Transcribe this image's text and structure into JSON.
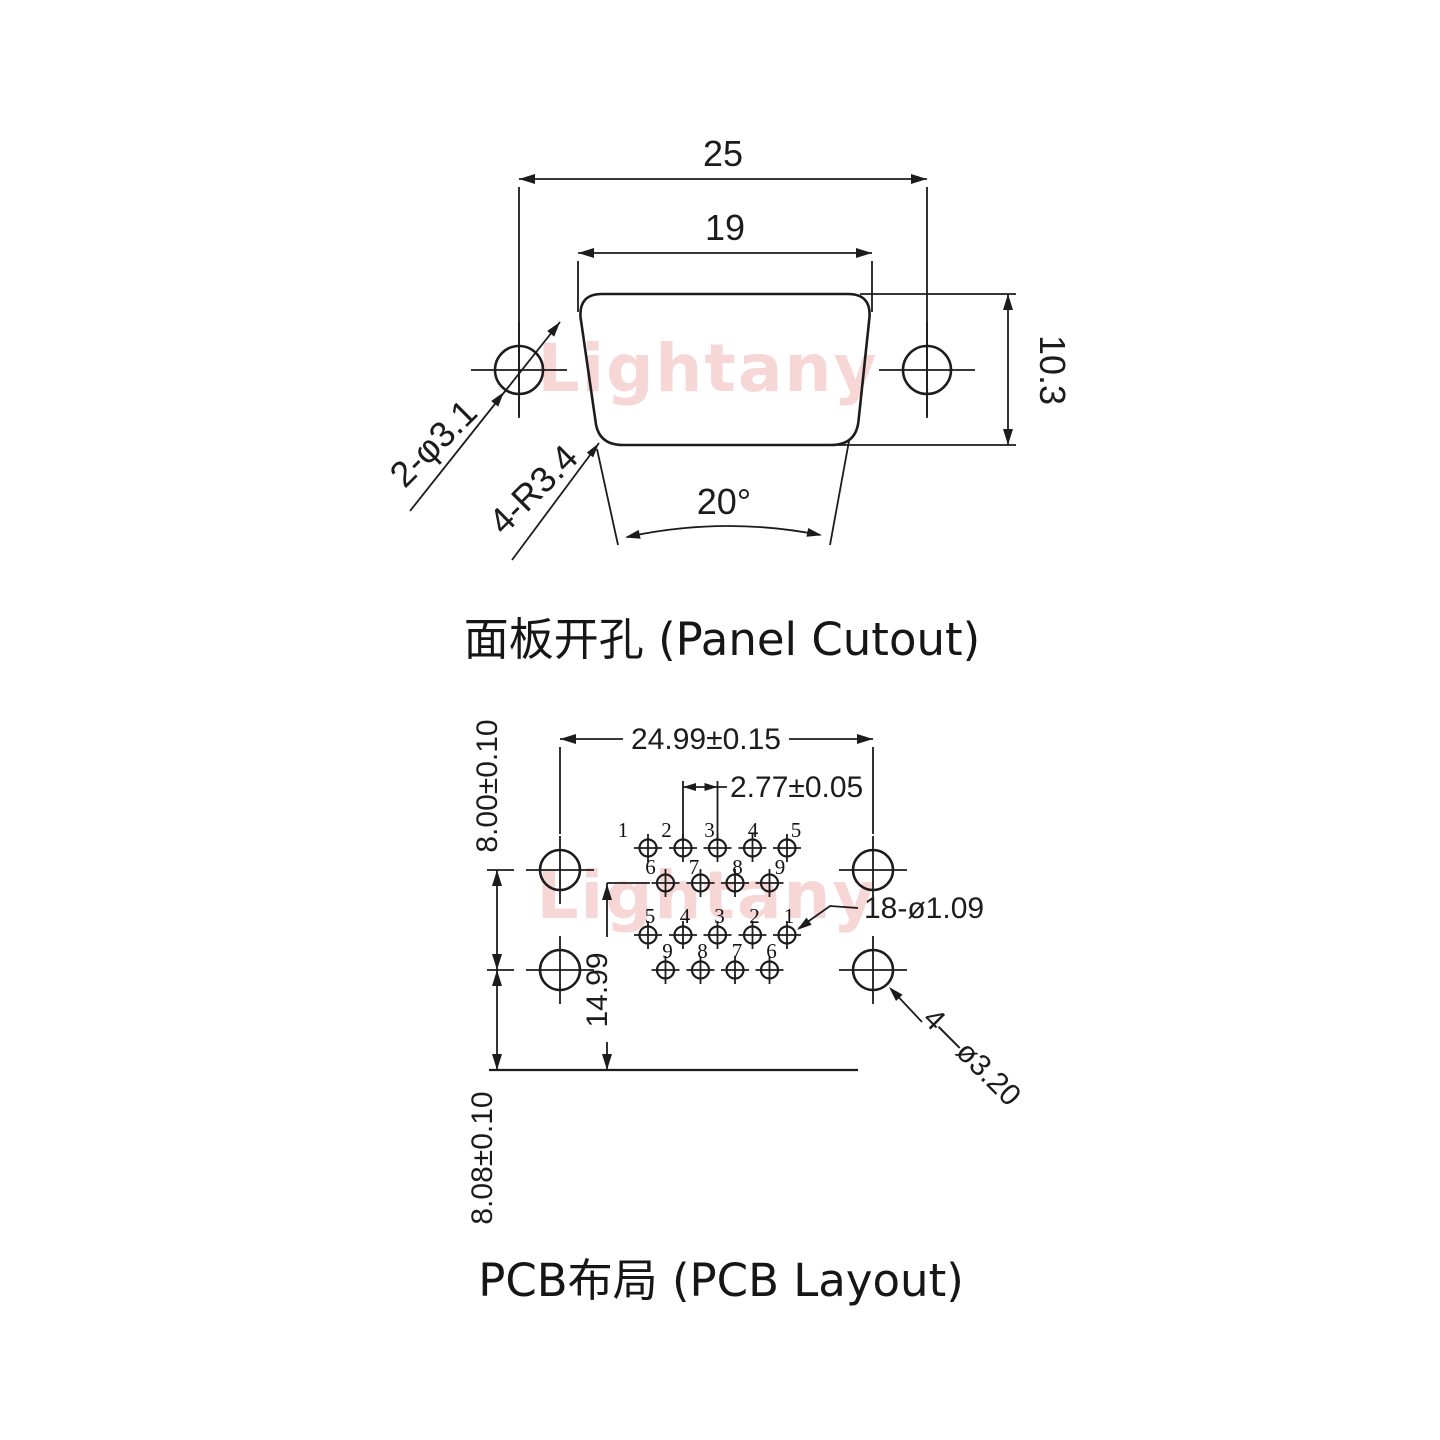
{
  "watermark": {
    "text": "Lightany",
    "color": "#f7d6d6"
  },
  "panel_cutout": {
    "title": "面板开孔 (Panel Cutout)",
    "dim_outer_width": "25",
    "dim_inner_width": "19",
    "dim_height": "10.3",
    "dim_mount_holes": "2-φ3.1",
    "dim_corner_radius": "4-R3.4",
    "dim_side_angle": "20°"
  },
  "pcb_layout": {
    "title": "PCB布局 (PCB Layout)",
    "dim_mount_hole_span": "24.99±0.15",
    "dim_pin_pitch": "2.77±0.05",
    "dim_mount_hole_vspan": "8.00±0.10",
    "dim_row_offset": "14.99",
    "dim_bottom_offset": "8.08±0.10",
    "dim_pin_holes": "18-ø1.09",
    "dim_mount_holes": "4—ø3.20",
    "pin_rows": [
      [
        "1",
        "2",
        "3",
        "4",
        "5"
      ],
      [
        "6",
        "7",
        "8",
        "9"
      ],
      [
        "5",
        "4",
        "3",
        "2",
        "1"
      ],
      [
        "9",
        "8",
        "7",
        "6"
      ]
    ]
  }
}
